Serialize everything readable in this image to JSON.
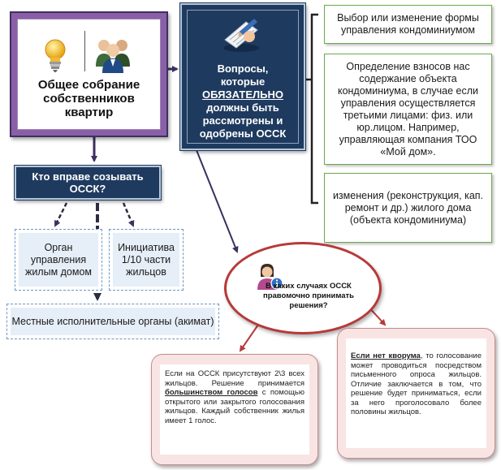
{
  "main_node": {
    "title": "Общее собрание собственников квартир",
    "icons": [
      "lightbulb-icon",
      "people-group-icon"
    ],
    "color": "#8b5fa8"
  },
  "questions_node": {
    "line1": "Вопросы,",
    "line2": "которые",
    "emphasis": "ОБЯЗАТЕЛЬНО",
    "line3": "должны быть рассмотрены и одобрены ОССК",
    "icon": "document-pen-icon",
    "color": "#1f3a5f"
  },
  "required_items": [
    "Выбор или изменение формы управления кондоминиумом",
    "Определение взносов нас содержание объекта кондоминиума, в случае если управления осуществляется третьими лицами: физ. или юр.лицом. Например, управляющая компания ТОО «Мой дом».",
    "изменения (реконструкция, кап. ремонт и др.) жилого дома (объекта кондоминиума)"
  ],
  "who_node": {
    "title": "Кто вправе созывать ОССК?"
  },
  "conveners": {
    "management_body": "Орган управления жилым домом",
    "initiative": "Инициатива 1/10 части жильцов",
    "local_authorities": "Местные исполнительные органы (акимат)"
  },
  "decision_node": {
    "question": "В каких случаях ОССК правомочно принимать решения?",
    "icon": "person-info-icon"
  },
  "quorum_case": {
    "part1": "Если на ОССК присутствуют 2\\3 всех жильцов. Решение принимается",
    "emphasis": "большинством голосов",
    "part2": "с помощью открытого или закрытого голосования жильцов. Каждый собственник жилья имеет 1 голос."
  },
  "no_quorum_case": {
    "emphasis": "Если нет кворума",
    "part2": ", то голосование может проводиться посредством письменного опроса жильцов. Отличие заключается в том, что решение будет приниматься, если за него проголосовало более половины жильцов."
  },
  "colors": {
    "arrow": "#3c3060",
    "circle_border": "#b63a3a",
    "green_border": "#6fa84f",
    "dashed_border": "#6a98c8",
    "pink_fill": "#f9e4e4"
  }
}
